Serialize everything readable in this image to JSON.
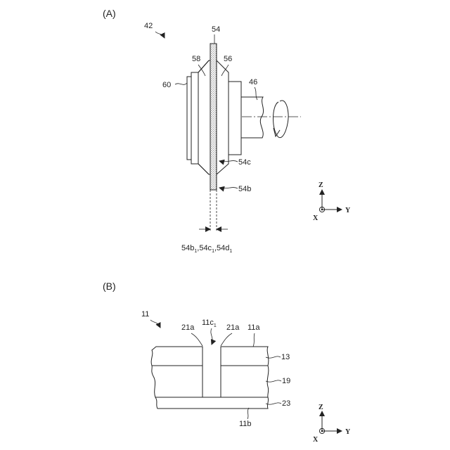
{
  "panel_a": {
    "caption": "(A)",
    "labels": {
      "ref_42": "42",
      "ref_54": "54",
      "ref_58": "58",
      "ref_56": "56",
      "ref_60": "60",
      "ref_46": "46",
      "ref_54c": "54c",
      "ref_54b": "54b",
      "width_label_main": "54b",
      "width_label_sub1": "1",
      "width_label_mid": ",54c",
      "width_label_sub2": "1",
      "width_label_end": ",54d",
      "width_label_sub3": "1"
    },
    "axes": {
      "z": "Z",
      "y": "Y",
      "x": "X"
    }
  },
  "panel_b": {
    "caption": "(B)",
    "labels": {
      "ref_11": "11",
      "ref_21a_left": "21a",
      "ref_11c_main": "11c",
      "ref_11c_sub": "1",
      "ref_21a_right": "21a",
      "ref_11a": "11a",
      "ref_13": "13",
      "ref_19": "19",
      "ref_23": "23",
      "ref_11b": "11b"
    },
    "axes": {
      "z": "Z",
      "y": "Y",
      "x": "X"
    }
  }
}
